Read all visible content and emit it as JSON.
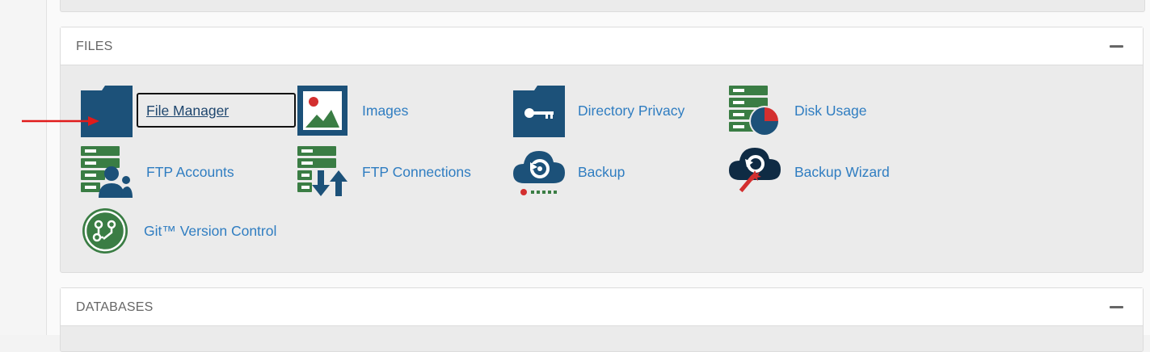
{
  "files_panel": {
    "title": "FILES",
    "items": [
      {
        "label": "File Manager",
        "icon": "file-manager-icon"
      },
      {
        "label": "Images",
        "icon": "images-icon"
      },
      {
        "label": "Directory Privacy",
        "icon": "directory-privacy-icon"
      },
      {
        "label": "Disk Usage",
        "icon": "disk-usage-icon"
      },
      {
        "label": "FTP Accounts",
        "icon": "ftp-accounts-icon"
      },
      {
        "label": "FTP Connections",
        "icon": "ftp-connections-icon"
      },
      {
        "label": "Backup",
        "icon": "backup-icon"
      },
      {
        "label": "Backup Wizard",
        "icon": "backup-wizard-icon"
      },
      {
        "label": "Git™ Version Control",
        "icon": "git-version-control-icon"
      }
    ]
  },
  "databases_panel": {
    "title": "DATABASES"
  },
  "colors": {
    "link": "#2f7dc1",
    "dark_blue": "#1c5179",
    "green": "#3a7d44",
    "red": "#d32f2f"
  }
}
